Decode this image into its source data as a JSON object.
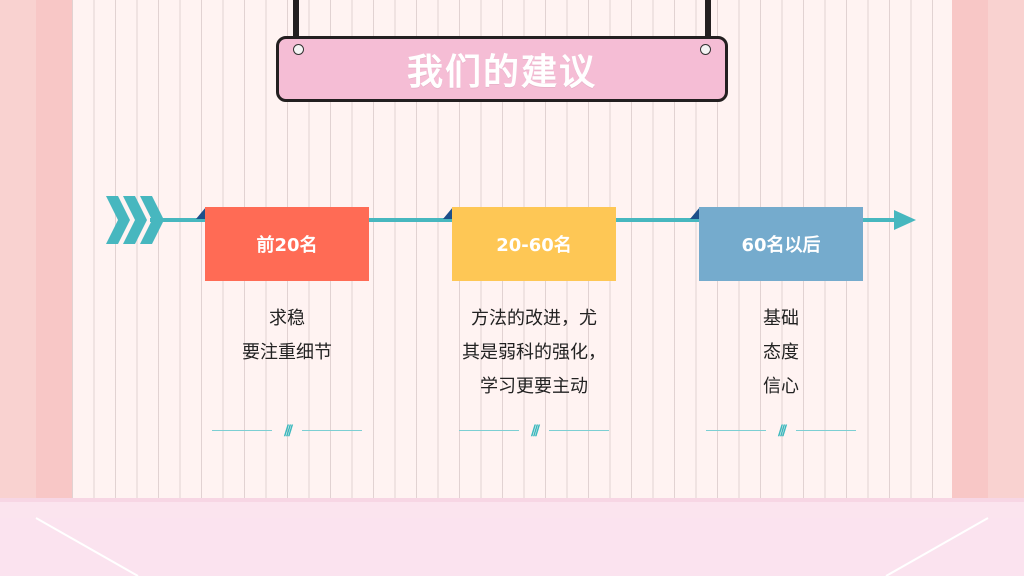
{
  "title": "我们的建议",
  "colors": {
    "sign": "#f5bdd5",
    "timeline": "#47b7bf",
    "card1": "#ff6b55",
    "card2": "#fec755",
    "card3": "#75abcd"
  },
  "stages": [
    {
      "label": "前20名",
      "lines": [
        "求稳",
        "要注重细节"
      ]
    },
    {
      "label": "20-60名",
      "lines": [
        "方法的改进，尤",
        "其是弱科的强化，",
        "学习更要主动"
      ]
    },
    {
      "label": "60名以后",
      "lines": [
        "基础",
        "态度",
        "信心"
      ]
    }
  ],
  "icons": [
    "chevron-arrows-icon",
    "arrowhead-icon",
    "slash-ornament-icon"
  ]
}
